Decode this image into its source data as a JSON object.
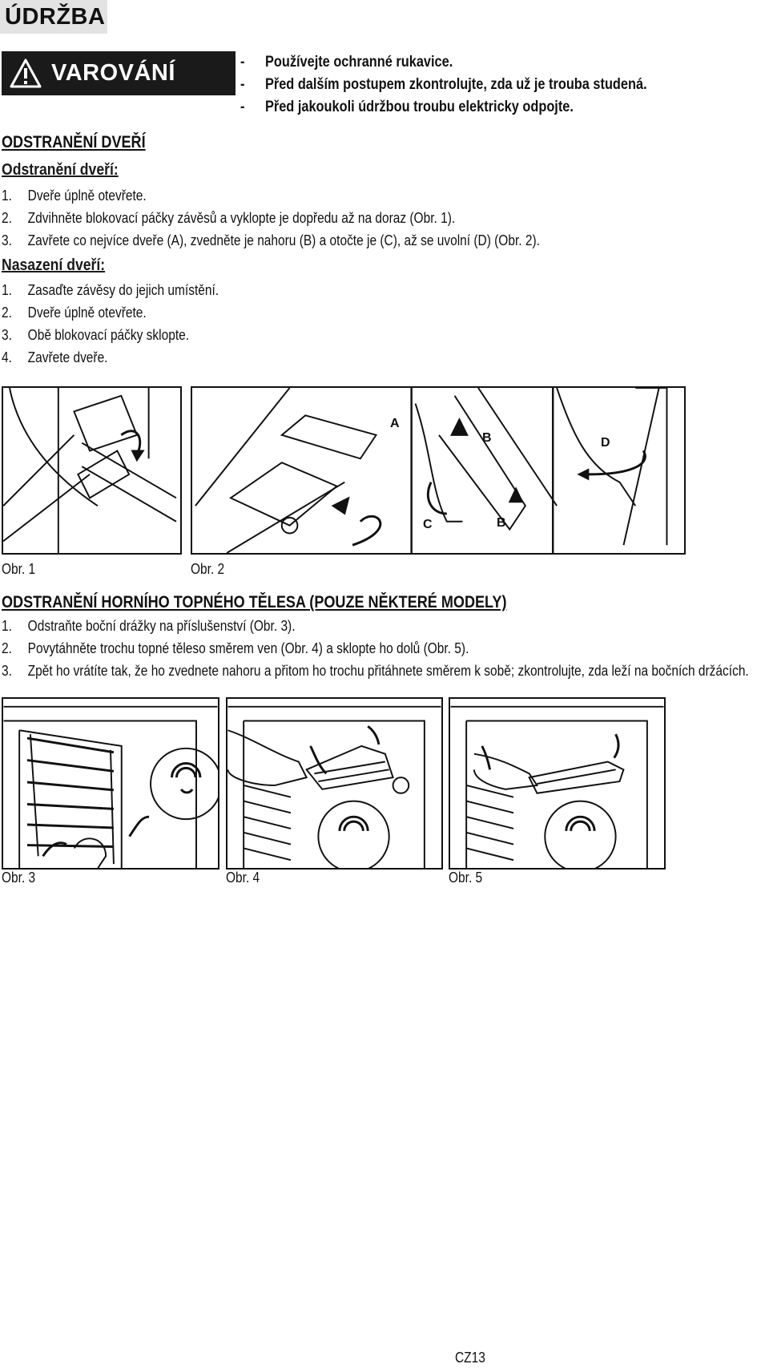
{
  "page_title": "ÚDRŽBA",
  "warning": {
    "label": "VAROVÁNÍ",
    "icon": "warning-triangle-icon",
    "items": [
      {
        "marker": "-",
        "text": "Používejte ochranné rukavice."
      },
      {
        "marker": "-",
        "text": "Před dalším postupem zkontrolujte, zda už je trouba studená."
      },
      {
        "marker": "-",
        "text": "Před jakoukoli údržbou troubu elektricky odpojte."
      }
    ]
  },
  "door_removal": {
    "heading": "ODSTRANĚNÍ DVEŘÍ",
    "removal_subheading": "Odstranění dveří:",
    "removal_steps": [
      {
        "num": "1.",
        "text": "Dveře úplně otevřete."
      },
      {
        "num": "2.",
        "text": "Zdvihněte blokovací páčky závěsů a vyklopte je dopředu až na doraz (Obr. 1)."
      },
      {
        "num": "3.",
        "text": "Zavřete co nejvíce dveře (A), zvedněte je nahoru (B) a otočte je (C), až se uvolní (D) (Obr. 2)."
      }
    ],
    "refit_subheading": "Nasazení dveří:",
    "refit_steps": [
      {
        "num": "1.",
        "text": "Zasaďte závěsy do jejich umístění."
      },
      {
        "num": "2.",
        "text": "Dveře úplně otevřete."
      },
      {
        "num": "3.",
        "text": "Obě blokovací páčky sklopte."
      },
      {
        "num": "4.",
        "text": "Zavřete dveře."
      }
    ],
    "figures": {
      "fig1_caption": "Obr. 1",
      "fig2_caption": "Obr. 2",
      "labels": {
        "a": "A",
        "b": "B",
        "c": "C",
        "d": "D"
      }
    }
  },
  "heating_element": {
    "heading": "ODSTRANĚNÍ HORNÍHO TOPNÉHO TĚLESA (POUZE NĚKTERÉ MODELY)",
    "steps": [
      {
        "num": "1.",
        "text": "Odstraňte boční drážky na příslušenství (Obr. 3)."
      },
      {
        "num": "2.",
        "text": "Povytáhněte trochu topné těleso směrem ven (Obr. 4) a sklopte ho dolů (Obr. 5)."
      },
      {
        "num": "3.",
        "text": "Zpět ho vrátíte tak, že ho zvednete nahoru a přitom ho trochu přitáhnete směrem k sobě; zkontrolujte, zda leží na bočních držácích."
      }
    ],
    "figures": {
      "fig3_caption": "Obr. 3",
      "fig4_caption": "Obr. 4",
      "fig5_caption": "Obr. 5"
    }
  },
  "page_number": "CZ13"
}
